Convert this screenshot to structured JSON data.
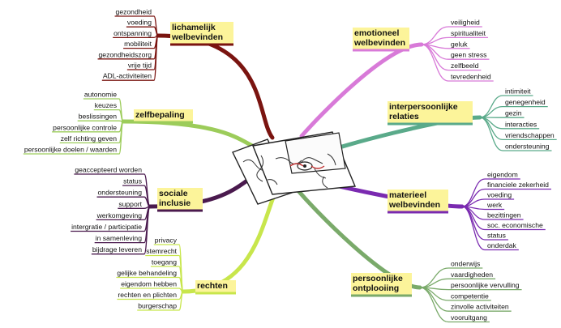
{
  "branches": [
    {
      "id": "lichamelijk",
      "title": [
        "lichamelijk",
        "welbevinden"
      ],
      "color": "#7a1410",
      "side": "left",
      "items": [
        "gezondheid",
        "voeding",
        "ontspanning",
        "mobiliteit",
        "gezondheidszorg",
        "vrije tijd",
        "ADL-activiteiten"
      ]
    },
    {
      "id": "zelfbepaling",
      "title": [
        "zelfbepaling"
      ],
      "color": "#9ccc5a",
      "side": "left",
      "items": [
        "autonomie",
        "keuzes",
        "beslissingen",
        "persoonlijke controle",
        "zelf richting geven",
        "persoonlijke doelen / waarden"
      ]
    },
    {
      "id": "sociale",
      "title": [
        "sociale",
        "inclusie"
      ],
      "color": "#4a1a4e",
      "side": "left",
      "items": [
        "geaccepteerd worden",
        "status",
        "ondersteuning",
        "support",
        "werkomgeving",
        "intergratie / participatie",
        "in samenleving",
        "bijdrage leveren"
      ]
    },
    {
      "id": "rechten",
      "title": [
        "rechten"
      ],
      "color": "#c8e64c",
      "side": "left",
      "items": [
        "privacy",
        "stemrecht",
        "toegang",
        "gelijke behandeling",
        "eigendom hebben",
        "rechten en plichten",
        "burgerschap"
      ]
    },
    {
      "id": "emotioneel",
      "title": [
        "emotioneel",
        "welbevinden"
      ],
      "color": "#d87ad8",
      "side": "right",
      "items": [
        "veiligheid",
        "spiritualiteit",
        "geluk",
        "geen stress",
        "zelfbeeld",
        "tevredenheid"
      ]
    },
    {
      "id": "interpersoonlijke",
      "title": [
        "interpersoonlijke",
        "relaties"
      ],
      "color": "#5aaa8a",
      "side": "right",
      "items": [
        "intimiteit",
        "genegenheid",
        "gezin",
        "interacties",
        "vriendschappen",
        "ondersteuning"
      ]
    },
    {
      "id": "materieel",
      "title": [
        "materieel",
        "welbevinden"
      ],
      "color": "#7a2ab0",
      "side": "right",
      "items": [
        "eigendom",
        "financiele zekerheid",
        "voeding",
        "werk",
        "bezittingen",
        "soc. economische",
        "status",
        "onderdak"
      ]
    },
    {
      "id": "persoonlijke",
      "title": [
        "persoonlijke",
        "ontplooiing"
      ],
      "color": "#7aaa6a",
      "side": "right",
      "items": [
        "onderwijs",
        "vaardigheden",
        "persoonlijke vervulling",
        "competentie",
        "zinvolle activiteiten",
        "vooruitgang"
      ]
    }
  ],
  "colors": {
    "title_highlight": "#fcf49a",
    "text": "#111111"
  },
  "icons": {
    "center": "hand-drawn-map-sheets-icon"
  }
}
